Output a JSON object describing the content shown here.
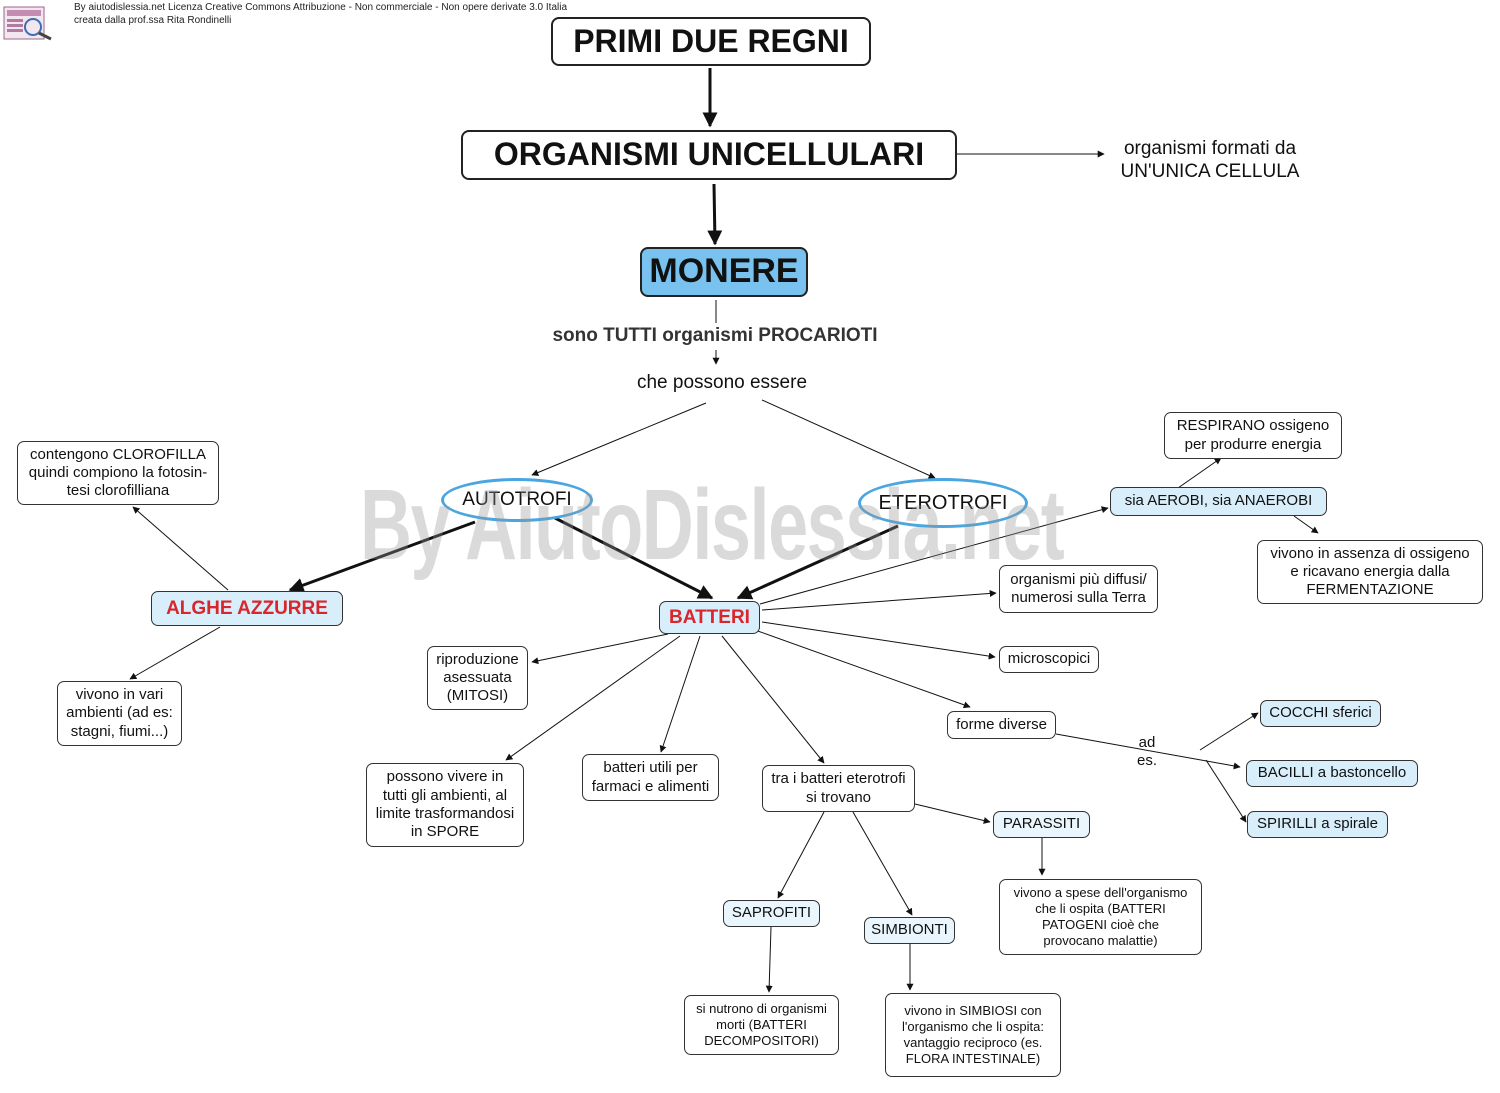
{
  "header": {
    "license_line": "By aiutodislessia.net Licenza Creative Commons Attribuzione - Non commerciale - Non opere derivate 3.0 Italia",
    "author_line": "creata dalla prof.ssa Rita Rondinelli"
  },
  "watermark": "By AiutoDislessia.net",
  "colors": {
    "arrow": "#111111",
    "ellipse_border": "#4aa6e0",
    "monere_fill": "#79c2f0",
    "light_fill": "#d8eefa",
    "red_text": "#d8262c"
  },
  "nodes": [
    {
      "id": "title",
      "text": "PRIMI DUE REGNI"
    },
    {
      "id": "unicellulari",
      "text": "ORGANISMI UNICELLULARI"
    },
    {
      "id": "unicellulari-def",
      "text": "organismi formati da\nUN'UNICA CELLULA"
    },
    {
      "id": "monere",
      "text": "MONERE"
    },
    {
      "id": "procarioti",
      "text": "sono TUTTI organismi PROCARIOTI"
    },
    {
      "id": "possono-essere",
      "text": "che possono essere"
    },
    {
      "id": "autotrofi",
      "text": "AUTOTROFI"
    },
    {
      "id": "eterotrofi",
      "text": "ETEROTROFI"
    },
    {
      "id": "clorofilla",
      "text": "contengono CLOROFILLA\nquindi compiono la fotosin-\ntesi clorofilliana"
    },
    {
      "id": "alghe",
      "text": "ALGHE AZZURRE"
    },
    {
      "id": "ambienti",
      "text": "vivono in vari\nambienti (ad es:\nstagni, fiumi...)"
    },
    {
      "id": "batteri",
      "text": "BATTERI"
    },
    {
      "id": "respirano",
      "text": "RESPIRANO ossigeno\nper produrre energia"
    },
    {
      "id": "aerobi",
      "text": "sia AEROBI, sia ANAEROBI"
    },
    {
      "id": "fermentazione",
      "text": "vivono in assenza di ossigeno\ne ricavano energia dalla\nFERMENTAZIONE"
    },
    {
      "id": "diffusi",
      "text": "organismi più diffusi/\nnumerosi sulla Terra"
    },
    {
      "id": "microscopici",
      "text": "microscopici"
    },
    {
      "id": "forme",
      "text": "forme diverse"
    },
    {
      "id": "ad-es",
      "text": "ad\nes."
    },
    {
      "id": "cocchi",
      "text": "COCCHI sferici"
    },
    {
      "id": "bacilli",
      "text": "BACILLI a bastoncello"
    },
    {
      "id": "spirilli",
      "text": "SPIRILLI a spirale"
    },
    {
      "id": "riproduzione",
      "text": "riproduzione\nasessuata\n(MITOSI)"
    },
    {
      "id": "spore",
      "text": "possono vivere in\ntutti gli ambienti, al\nlimite trasformandosi\nin SPORE"
    },
    {
      "id": "utili",
      "text": "batteri utili per\nfarmaci e alimenti"
    },
    {
      "id": "eterotrofi-batteri",
      "text": "tra i batteri eterotrofi\nsi trovano"
    },
    {
      "id": "parassiti",
      "text": "PARASSITI"
    },
    {
      "id": "parassiti-desc",
      "text": "vivono a spese dell'organismo\nche li ospita (BATTERI\nPATOGENI cioè che\nprovocano malattie)"
    },
    {
      "id": "saprofiti",
      "text": "SAPROFITI"
    },
    {
      "id": "saprofiti-desc",
      "text": "si nutrono di organismi\nmorti (BATTERI\nDECOMPOSITORI)"
    },
    {
      "id": "simbionti",
      "text": "SIMBIONTI"
    },
    {
      "id": "simbionti-desc",
      "text": "vivono in SIMBIOSI con\nl'organismo che li  ospita:\nvantaggio reciproco (es.\nFLORA INTESTINALE)"
    }
  ]
}
